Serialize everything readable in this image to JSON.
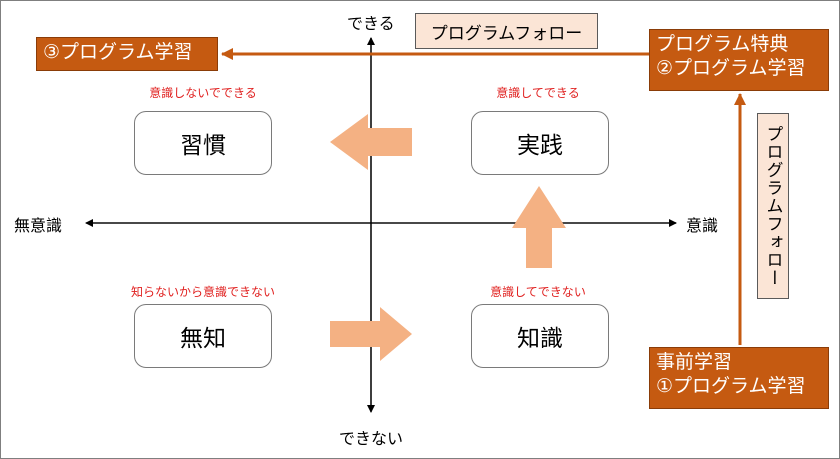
{
  "axes": {
    "top": "できる",
    "bottom": "できない",
    "left": "無意識",
    "right": "意識"
  },
  "quadrants": {
    "top_left": {
      "caption": "意識しないでできる",
      "label": "習慣"
    },
    "top_right": {
      "caption": "意識してできる",
      "label": "実践"
    },
    "bottom_left": {
      "caption": "知らないから意識できない",
      "label": "無知"
    },
    "bottom_right": {
      "caption": "意識してできない",
      "label": "知識"
    }
  },
  "boxes": {
    "top_left": {
      "line1": "③プログラム学習"
    },
    "top_right": {
      "line1": "プログラム特典",
      "line2": "②プログラム学習"
    },
    "bottom_right": {
      "line1": "事前学習",
      "line2": "①プログラム学習"
    }
  },
  "follow_labels": {
    "horizontal": "プログラムフォロー",
    "vertical": "プログラムフォロー"
  },
  "colors": {
    "accent_orange": "#c55a11",
    "arrow_salmon": "#f4b183",
    "follow_box_fill": "#fbe5d6",
    "caption_red": "#e0201f"
  }
}
